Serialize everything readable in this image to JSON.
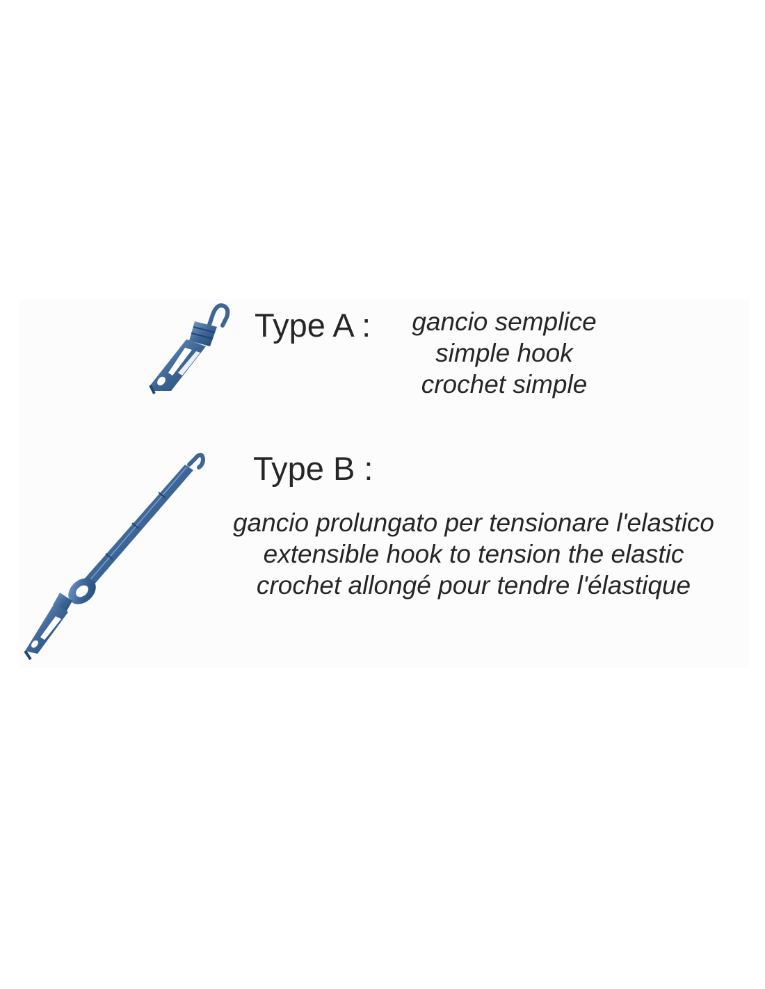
{
  "type_a": {
    "title": "Type A :",
    "descriptions": [
      "gancio semplice",
      "simple hook",
      "crochet simple"
    ]
  },
  "type_b": {
    "title": "Type B :",
    "descriptions": [
      "gancio prolungato per tensionare l'elastico",
      "extensible hook to tension the elastic",
      "crochet allongé pour tendre l'élastique"
    ]
  },
  "colors": {
    "hook_blue": "#3d6696",
    "hook_highlight": "#7aa0cc",
    "hook_shadow": "#23466f",
    "text": "#262626"
  },
  "icons": [
    "hook-a-icon",
    "hook-b-icon"
  ]
}
